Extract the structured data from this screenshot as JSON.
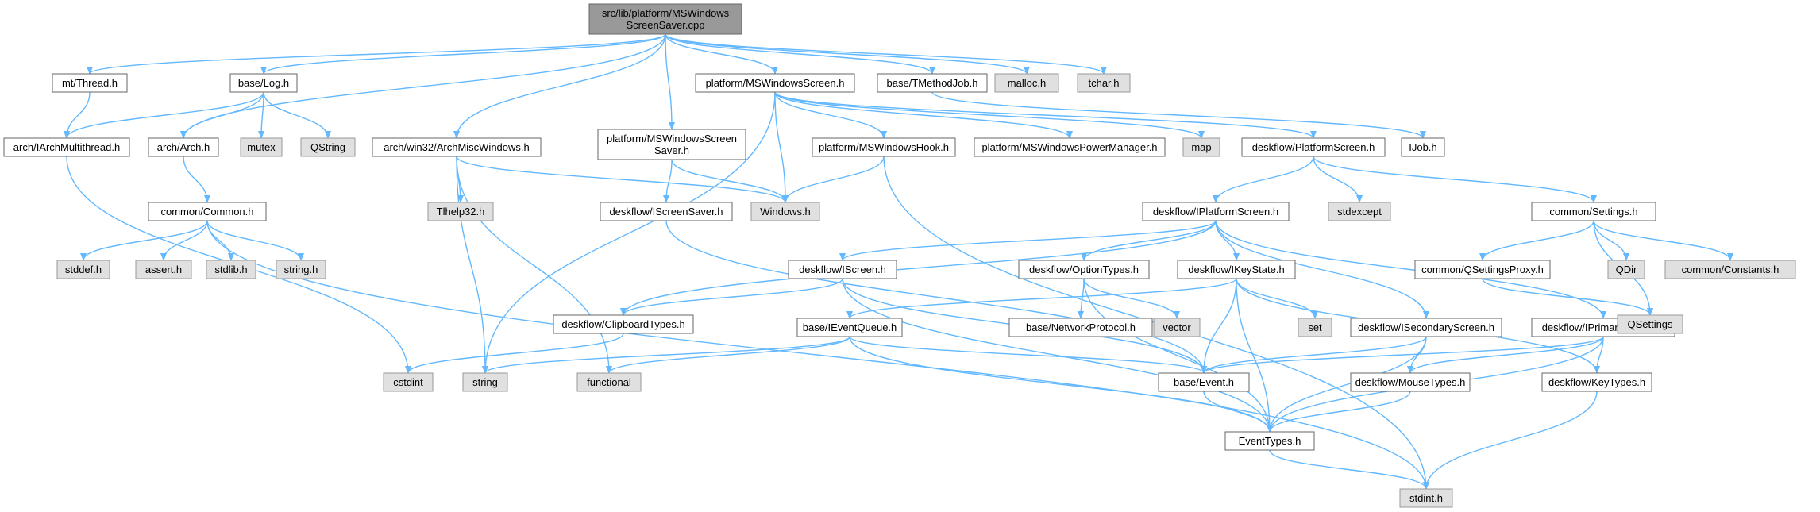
{
  "colors": {
    "root_fill": "#999999",
    "internal_fill": "#ffffff",
    "external_fill": "#e0e0e0",
    "border": "#666666",
    "external_border": "#999999",
    "edge": "#63b8ff"
  },
  "nodes": [
    {
      "id": "root",
      "kind": "root",
      "lines": [
        "src/lib/platform/MSWindows",
        "ScreenSaver.cpp"
      ]
    },
    {
      "id": "mt_thread",
      "kind": "internal",
      "lines": [
        "mt/Thread.h"
      ]
    },
    {
      "id": "base_log",
      "kind": "internal",
      "lines": [
        "base/Log.h"
      ]
    },
    {
      "id": "arch_win32",
      "kind": "internal",
      "lines": [
        "arch/win32/ArchMiscWindows.h"
      ]
    },
    {
      "id": "ms_screensaver_h",
      "kind": "internal",
      "lines": [
        "platform/MSWindowsScreen",
        "Saver.h"
      ]
    },
    {
      "id": "ms_screen",
      "kind": "internal",
      "lines": [
        "platform/MSWindowsScreen.h"
      ]
    },
    {
      "id": "tmethodjob",
      "kind": "internal",
      "lines": [
        "base/TMethodJob.h"
      ]
    },
    {
      "id": "malloc",
      "kind": "external",
      "lines": [
        "malloc.h"
      ]
    },
    {
      "id": "tchar",
      "kind": "external",
      "lines": [
        "tchar.h"
      ]
    },
    {
      "id": "iarchmt",
      "kind": "internal",
      "lines": [
        "arch/IArchMultithread.h"
      ]
    },
    {
      "id": "arch_arch",
      "kind": "internal",
      "lines": [
        "arch/Arch.h"
      ]
    },
    {
      "id": "mutex",
      "kind": "external",
      "lines": [
        "mutex"
      ]
    },
    {
      "id": "qstring",
      "kind": "external",
      "lines": [
        "QString"
      ]
    },
    {
      "id": "common_common",
      "kind": "internal",
      "lines": [
        "common/Common.h"
      ]
    },
    {
      "id": "tlhelp32",
      "kind": "external",
      "lines": [
        "Tlhelp32.h"
      ]
    },
    {
      "id": "iscreensaver",
      "kind": "internal",
      "lines": [
        "deskflow/IScreenSaver.h"
      ]
    },
    {
      "id": "windows_h",
      "kind": "external",
      "lines": [
        "Windows.h"
      ]
    },
    {
      "id": "ms_hook",
      "kind": "internal",
      "lines": [
        "platform/MSWindowsHook.h"
      ]
    },
    {
      "id": "ms_power",
      "kind": "internal",
      "lines": [
        "platform/MSWindowsPowerManager.h"
      ]
    },
    {
      "id": "map",
      "kind": "external",
      "lines": [
        "map"
      ]
    },
    {
      "id": "platformscreen",
      "kind": "internal",
      "lines": [
        "deskflow/PlatformScreen.h"
      ]
    },
    {
      "id": "ijob",
      "kind": "internal",
      "lines": [
        "IJob.h"
      ]
    },
    {
      "id": "stddef",
      "kind": "external",
      "lines": [
        "stddef.h"
      ]
    },
    {
      "id": "assert",
      "kind": "external",
      "lines": [
        "assert.h"
      ]
    },
    {
      "id": "stdlib",
      "kind": "external",
      "lines": [
        "stdlib.h"
      ]
    },
    {
      "id": "string_h",
      "kind": "external",
      "lines": [
        "string.h"
      ]
    },
    {
      "id": "iplatformscreen",
      "kind": "internal",
      "lines": [
        "deskflow/IPlatformScreen.h"
      ]
    },
    {
      "id": "stdexcept",
      "kind": "external",
      "lines": [
        "stdexcept"
      ]
    },
    {
      "id": "settings",
      "kind": "internal",
      "lines": [
        "common/Settings.h"
      ]
    },
    {
      "id": "iscreen",
      "kind": "internal",
      "lines": [
        "deskflow/IScreen.h"
      ]
    },
    {
      "id": "optiontypes",
      "kind": "internal",
      "lines": [
        "deskflow/OptionTypes.h"
      ]
    },
    {
      "id": "ikeystate",
      "kind": "internal",
      "lines": [
        "deskflow/IKeyState.h"
      ]
    },
    {
      "id": "qsettingsproxy",
      "kind": "internal",
      "lines": [
        "common/QSettingsProxy.h"
      ]
    },
    {
      "id": "qdir",
      "kind": "external",
      "lines": [
        "QDir"
      ]
    },
    {
      "id": "constants",
      "kind": "external",
      "lines": [
        "common/Constants.h"
      ]
    },
    {
      "id": "clipboardtypes",
      "kind": "internal",
      "lines": [
        "deskflow/ClipboardTypes.h"
      ]
    },
    {
      "id": "ieventqueue",
      "kind": "internal",
      "lines": [
        "base/IEventQueue.h"
      ]
    },
    {
      "id": "netproto",
      "kind": "internal",
      "lines": [
        "base/NetworkProtocol.h"
      ]
    },
    {
      "id": "vector",
      "kind": "external",
      "lines": [
        "vector"
      ]
    },
    {
      "id": "set",
      "kind": "external",
      "lines": [
        "set"
      ]
    },
    {
      "id": "isecondary",
      "kind": "internal",
      "lines": [
        "deskflow/ISecondaryScreen.h"
      ]
    },
    {
      "id": "iprimary",
      "kind": "internal",
      "lines": [
        "deskflow/IPrimaryScreen.h"
      ]
    },
    {
      "id": "qsettings",
      "kind": "external",
      "lines": [
        "QSettings"
      ]
    },
    {
      "id": "cstdint",
      "kind": "external",
      "lines": [
        "cstdint"
      ]
    },
    {
      "id": "string_std",
      "kind": "external",
      "lines": [
        "string"
      ]
    },
    {
      "id": "functional",
      "kind": "external",
      "lines": [
        "functional"
      ]
    },
    {
      "id": "base_event",
      "kind": "internal",
      "lines": [
        "base/Event.h"
      ]
    },
    {
      "id": "mousetypes",
      "kind": "internal",
      "lines": [
        "deskflow/MouseTypes.h"
      ]
    },
    {
      "id": "keytypes",
      "kind": "internal",
      "lines": [
        "deskflow/KeyTypes.h"
      ]
    },
    {
      "id": "eventtypes",
      "kind": "internal",
      "lines": [
        "EventTypes.h"
      ]
    },
    {
      "id": "stdint",
      "kind": "external",
      "lines": [
        "stdint.h"
      ]
    }
  ],
  "edges": [
    [
      "root",
      "mt_thread"
    ],
    [
      "root",
      "arch_arch"
    ],
    [
      "root",
      "base_log"
    ],
    [
      "root",
      "arch_win32"
    ],
    [
      "root",
      "ms_screensaver_h"
    ],
    [
      "root",
      "ms_screen"
    ],
    [
      "root",
      "tmethodjob"
    ],
    [
      "root",
      "malloc"
    ],
    [
      "root",
      "tchar"
    ],
    [
      "mt_thread",
      "iarchmt"
    ],
    [
      "base_log",
      "iarchmt"
    ],
    [
      "base_log",
      "arch_arch"
    ],
    [
      "base_log",
      "mutex"
    ],
    [
      "base_log",
      "qstring"
    ],
    [
      "iarchmt",
      "cstdint"
    ],
    [
      "arch_arch",
      "common_common"
    ],
    [
      "common_common",
      "stddef"
    ],
    [
      "common_common",
      "assert"
    ],
    [
      "common_common",
      "stdlib"
    ],
    [
      "common_common",
      "string_h"
    ],
    [
      "common_common",
      "stdint"
    ],
    [
      "arch_win32",
      "tlhelp32"
    ],
    [
      "arch_win32",
      "windows_h"
    ],
    [
      "arch_win32",
      "string_std"
    ],
    [
      "arch_win32",
      "functional"
    ],
    [
      "ms_screensaver_h",
      "iscreensaver"
    ],
    [
      "ms_screensaver_h",
      "windows_h"
    ],
    [
      "iscreensaver",
      "base_event"
    ],
    [
      "ms_screen",
      "string_std"
    ],
    [
      "ms_screen",
      "windows_h"
    ],
    [
      "ms_screen",
      "ms_hook"
    ],
    [
      "ms_screen",
      "ms_power"
    ],
    [
      "ms_screen",
      "map"
    ],
    [
      "ms_screen",
      "platformscreen"
    ],
    [
      "tmethodjob",
      "ijob"
    ],
    [
      "ms_hook",
      "windows_h"
    ],
    [
      "ms_hook",
      "stdint"
    ],
    [
      "platformscreen",
      "iplatformscreen"
    ],
    [
      "platformscreen",
      "stdexcept"
    ],
    [
      "platformscreen",
      "settings"
    ],
    [
      "settings",
      "qsettingsproxy"
    ],
    [
      "settings",
      "qdir"
    ],
    [
      "settings",
      "constants"
    ],
    [
      "settings",
      "qsettings"
    ],
    [
      "qsettingsproxy",
      "qsettings"
    ],
    [
      "iplatformscreen",
      "clipboardtypes"
    ],
    [
      "iplatformscreen",
      "iscreen"
    ],
    [
      "iplatformscreen",
      "optiontypes"
    ],
    [
      "iplatformscreen",
      "ikeystate"
    ],
    [
      "iplatformscreen",
      "isecondary"
    ],
    [
      "iplatformscreen",
      "iprimary"
    ],
    [
      "iscreen",
      "clipboardtypes"
    ],
    [
      "iscreen",
      "base_event"
    ],
    [
      "iscreen",
      "eventtypes"
    ],
    [
      "clipboardtypes",
      "cstdint"
    ],
    [
      "optiontypes",
      "netproto"
    ],
    [
      "optiontypes",
      "vector"
    ],
    [
      "optiontypes",
      "eventtypes"
    ],
    [
      "ikeystate",
      "ieventqueue"
    ],
    [
      "ikeystate",
      "set"
    ],
    [
      "ikeystate",
      "base_event"
    ],
    [
      "ikeystate",
      "eventtypes"
    ],
    [
      "ikeystate",
      "keytypes"
    ],
    [
      "ieventqueue",
      "string_std"
    ],
    [
      "ieventqueue",
      "functional"
    ],
    [
      "ieventqueue",
      "base_event"
    ],
    [
      "ieventqueue",
      "eventtypes"
    ],
    [
      "isecondary",
      "base_event"
    ],
    [
      "isecondary",
      "mousetypes"
    ],
    [
      "isecondary",
      "eventtypes"
    ],
    [
      "iprimary",
      "base_event"
    ],
    [
      "iprimary",
      "mousetypes"
    ],
    [
      "iprimary",
      "keytypes"
    ],
    [
      "iprimary",
      "eventtypes"
    ],
    [
      "base_event",
      "eventtypes"
    ],
    [
      "mousetypes",
      "eventtypes"
    ],
    [
      "keytypes",
      "stdint"
    ],
    [
      "eventtypes",
      "stdint"
    ]
  ]
}
